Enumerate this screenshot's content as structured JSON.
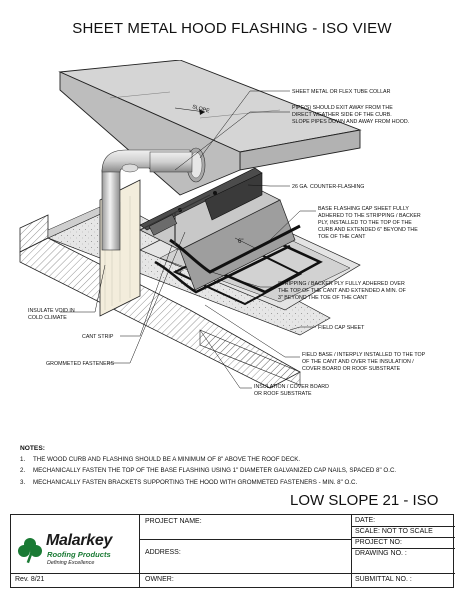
{
  "title": "SHEET METAL HOOD FLASHING - ISO VIEW",
  "sheet_id": "LOW SLOPE 21 - ISO",
  "slope_label": "SLOPE",
  "dims": {
    "d1": "6\"",
    "d2": "3\""
  },
  "callouts": {
    "collar": [
      "SHEET METAL OR FLEX TUBE COLLAR"
    ],
    "pipes": [
      "PIPE(S) SHOULD EXIT AWAY FROM THE",
      "DIRECT WEATHER SIDE OF THE CURB.",
      "SLOPE PIPES DOWN AND AWAY FROM HOOD."
    ],
    "counter": [
      "26 GA. COUNTER-FLASHING"
    ],
    "base_cap": [
      "BASE FLASHING CAP SHEET FULLY",
      "ADHERED TO THE STRIPPING / BACKER",
      "PLY, INSTALLED TO THE TOP OF THE",
      "CURB AND EXTENDED 6\" BEYOND THE",
      "TOE OF THE CANT"
    ],
    "stripping": [
      "STRIPPING / BACKER PLY FULLY ADHERED OVER",
      "THE TOP OF THE CANT AND EXTENDED A MIN. OF",
      "3\" BEYOND THE TOE OF THE CANT"
    ],
    "field_cap": [
      "FIELD CAP SHEET"
    ],
    "field_base": [
      "FIELD BASE / INTERPLY INSTALLED TO THE TOP",
      "OF THE CANT AND OVER THE INSULATION /",
      "COVER BOARD OR ROOF SUBSTRATE"
    ],
    "insulation": [
      "INSULATION / COVER BOARD",
      "OR ROOF SUBSTRATE"
    ],
    "void": [
      "INSULATE VOID IN",
      "COLD CLIMATE"
    ],
    "cant": [
      "CANT STRIP"
    ],
    "grommet": [
      "GROMMETED FASTENERS"
    ]
  },
  "notes": {
    "header": "NOTES:",
    "items": [
      {
        "num": "1.",
        "text": "THE WOOD CURB AND FLASHING SHOULD BE A MINIMUM OF 8\" ABOVE THE ROOF DECK."
      },
      {
        "num": "2.",
        "text": "MECHANICALLY FASTEN THE TOP OF THE BASE FLASHING USING 1\" DIAMETER GALVANIZED CAP NAILS, SPACED 8\" O.C."
      },
      {
        "num": "3.",
        "text": "MECHANICALLY FASTEN BRACKETS SUPPORTING THE HOOD WITH GROMMETED FASTENERS - MIN. 8\" O.C."
      }
    ]
  },
  "title_block": {
    "project_name": "PROJECT NAME:",
    "address": "ADDRESS:",
    "owner": "OWNER:",
    "date": "DATE:",
    "scale": "SCALE:  NOT TO SCALE",
    "project_no": "PROJECT NO:",
    "drawing_no": "DRAWING NO. :",
    "submittal_no": "SUBMITTAL NO. :",
    "rev": "Rev. 8/21"
  },
  "logo": {
    "name": "Malarkey",
    "sub": "Roofing Products",
    "tagline": "Defining Excellence"
  },
  "colors": {
    "line": "#111111",
    "gray_light": "#d9d9d9",
    "gray_mid": "#b5b5b5",
    "gray_dark": "#7a7a7a",
    "brand_green": "#1a7a34"
  }
}
